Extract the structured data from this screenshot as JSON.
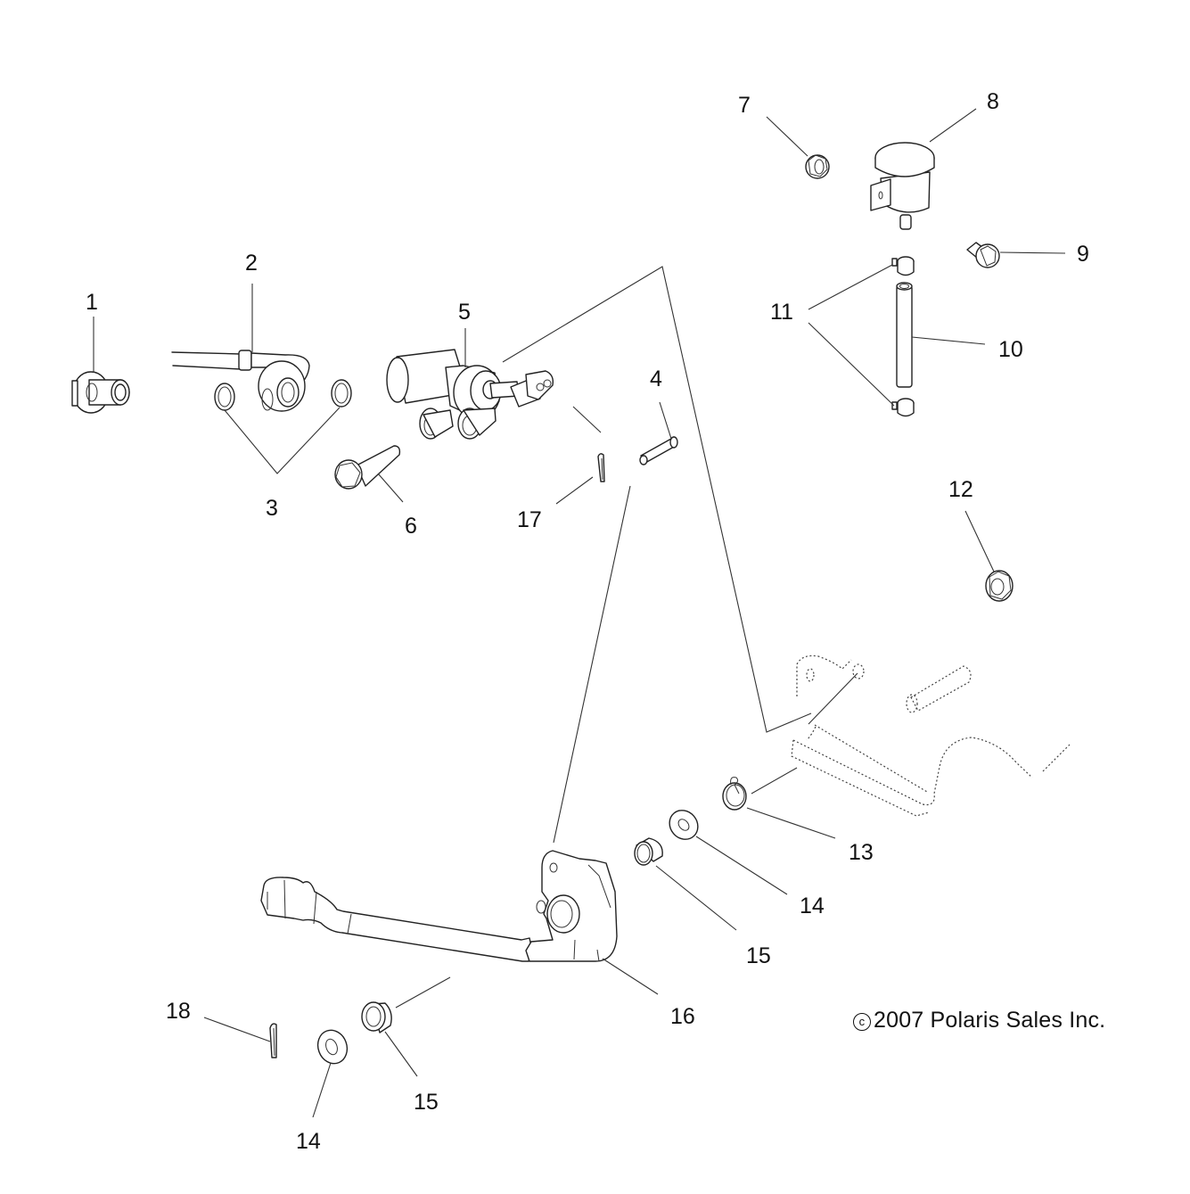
{
  "diagram": {
    "type": "exploded-parts-diagram",
    "copyright": {
      "symbol": "c",
      "text": "2007 Polaris Sales Inc."
    },
    "callouts": [
      {
        "id": "1",
        "label": "1",
        "part": "banjo-bolt"
      },
      {
        "id": "2",
        "label": "2",
        "part": "brake-line"
      },
      {
        "id": "3",
        "label": "3",
        "part": "sealing-washers"
      },
      {
        "id": "4",
        "label": "4",
        "part": "clevis-pin"
      },
      {
        "id": "5",
        "label": "5",
        "part": "master-cylinder"
      },
      {
        "id": "6",
        "label": "6",
        "part": "mounting-bolt"
      },
      {
        "id": "7",
        "label": "7",
        "part": "hex-nut"
      },
      {
        "id": "8",
        "label": "8",
        "part": "fluid-reservoir"
      },
      {
        "id": "9",
        "label": "9",
        "part": "reservoir-bolt"
      },
      {
        "id": "10",
        "label": "10",
        "part": "reservoir-hose"
      },
      {
        "id": "11",
        "label": "11",
        "part": "hose-clamps"
      },
      {
        "id": "12",
        "label": "12",
        "part": "flange-nut"
      },
      {
        "id": "13",
        "label": "13",
        "part": "return-spring"
      },
      {
        "id": "14a",
        "label": "14",
        "part": "washer"
      },
      {
        "id": "15a",
        "label": "15",
        "part": "bushing"
      },
      {
        "id": "16",
        "label": "16",
        "part": "brake-pedal"
      },
      {
        "id": "17",
        "label": "17",
        "part": "cotter-pin"
      },
      {
        "id": "18",
        "label": "18",
        "part": "cotter-pin"
      },
      {
        "id": "14b",
        "label": "14",
        "part": "washer"
      },
      {
        "id": "15b",
        "label": "15",
        "part": "bushing"
      }
    ]
  }
}
